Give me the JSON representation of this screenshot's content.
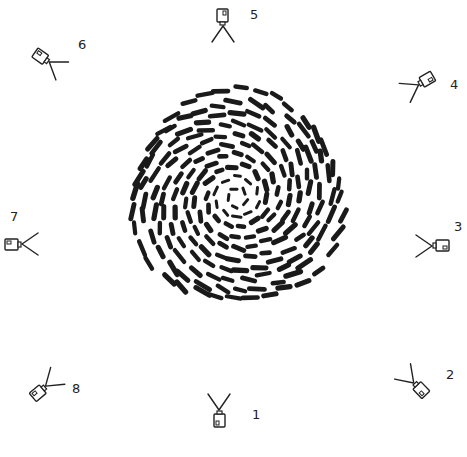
{
  "diagram": {
    "labels": [
      "5",
      "6",
      "4",
      "7",
      "3",
      "8",
      "2",
      "1"
    ]
  }
}
